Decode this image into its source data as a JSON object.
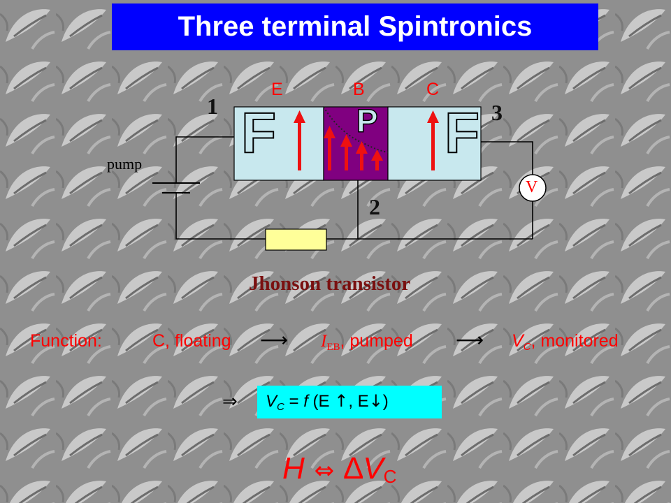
{
  "slide": {
    "title": "Three terminal Spintronics"
  },
  "diagram": {
    "region_labels": {
      "emitter": "E",
      "base": "B",
      "collector": "C"
    },
    "layer_letters": {
      "left": "F",
      "middle": "P",
      "right": "F"
    },
    "terminals": {
      "t1": "1",
      "t2": "2",
      "t3": "3"
    },
    "pump_label": "pump",
    "voltmeter_label": "V",
    "caption": "Jhonson transistor"
  },
  "function_line": {
    "label": "Function:",
    "step1": "C, floating",
    "step2_var": "I",
    "step2_sub": "EB",
    "step2_rest": ", pumped",
    "step3_var": "V",
    "step3_sub": "C",
    "step3_rest": ", monitored"
  },
  "equation": {
    "implies": "⇒",
    "lhs_var": "V",
    "lhs_sub": "C",
    "eq_f": " = ",
    "f": "f",
    "args_open": " (E ",
    "up_arrow": "↑",
    "comma": ", E",
    "down_arrow": "↓",
    "args_close": ")"
  },
  "relation": {
    "h": "H",
    "iff": "⇔",
    "delta": "∆",
    "v": "V",
    "sub": "C"
  },
  "colors": {
    "title_bg": "#0000ff",
    "ferromagnet": "#c8e8ee",
    "paramagnet": "#800080",
    "arrow": "#ee1111",
    "resistor": "#ffff99",
    "equation_bg": "#00ffff",
    "text_red": "#ff0000"
  }
}
